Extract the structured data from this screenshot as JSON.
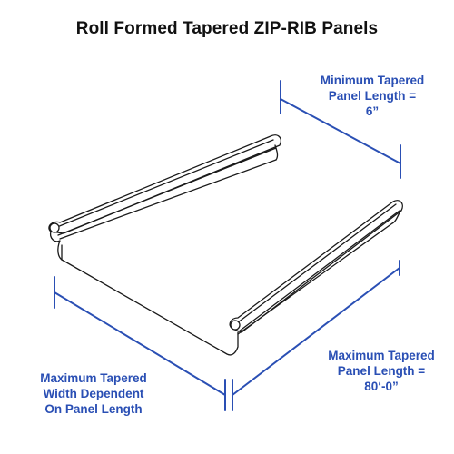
{
  "title": "Roll Formed Tapered ZIP-RIB Panels",
  "labels": {
    "min_length": [
      "Minimum Tapered",
      "Panel Length =",
      "6”"
    ],
    "max_length": [
      "Maximum Tapered",
      "Panel Length =",
      "80‘-0”"
    ],
    "max_width": [
      "Maximum Tapered",
      "Width Dependent",
      "On Panel Length"
    ]
  },
  "colors": {
    "dimension": "#2a4fb4",
    "outline": "#1a1a1a",
    "title": "#111111"
  }
}
